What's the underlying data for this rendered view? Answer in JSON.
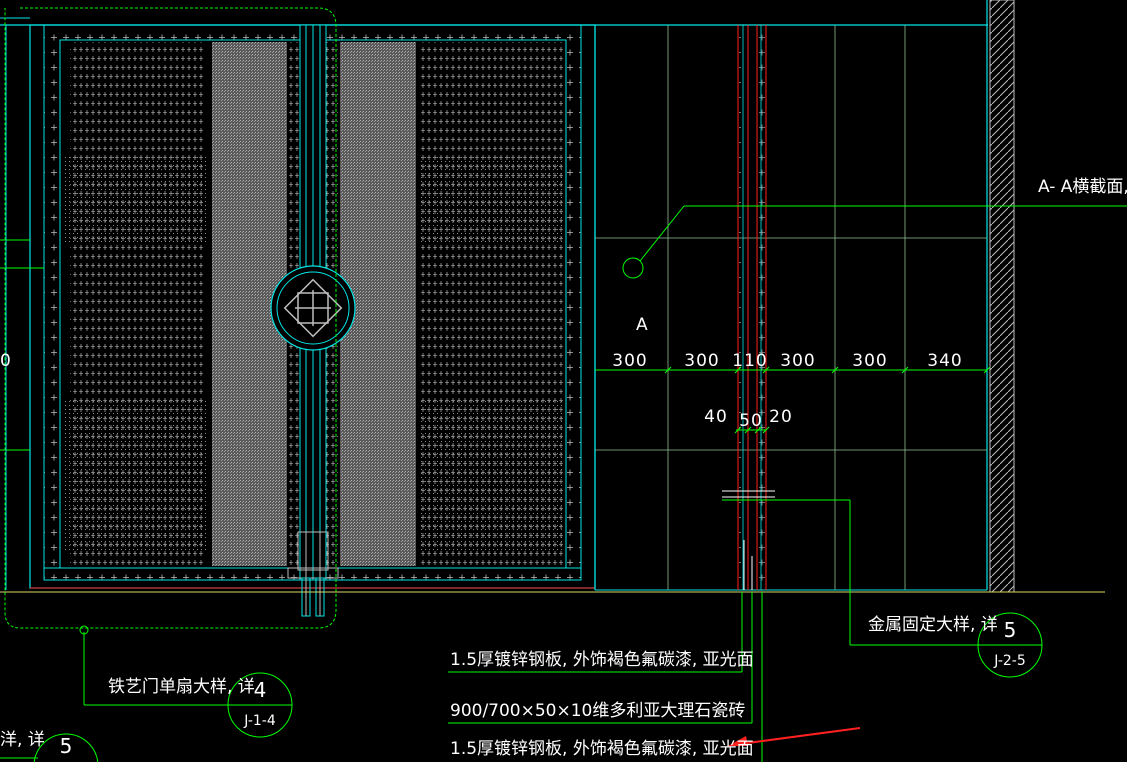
{
  "colors": {
    "background": "#000000",
    "cyan": "#00e5e5",
    "green": "#00ff00",
    "red": "#ff2020",
    "white": "#ffffff",
    "gray": "#c8c8c8",
    "hatch": "#9a9a9a"
  },
  "section_label": "A- A横截面,",
  "marker_letter": "A",
  "dims_top": [
    "300",
    "300",
    "110",
    "300",
    "300",
    "340"
  ],
  "dims_small": {
    "left": "40",
    "mid": "50",
    "right": "20"
  },
  "left_dim_fragment": "0",
  "notes": {
    "metal_fix": "金属固定大样, 详",
    "door_leaf": "铁艺门单扇大样, 详",
    "left_detail": "洋, 详",
    "plate_1": "1.5厚镀锌钢板, 外饰褐色氟碳漆, 亚光面",
    "stone": "900/700×50×10维多利亚大理石瓷砖",
    "plate_2": "1.5厚镀锌钢板, 外饰褐色氟碳漆, 亚光面"
  },
  "bubbles": {
    "metal": {
      "num": "5",
      "ref": "J-2-5"
    },
    "door": {
      "num": "4",
      "ref": "J-1-4"
    },
    "left": {
      "num": "5"
    }
  }
}
